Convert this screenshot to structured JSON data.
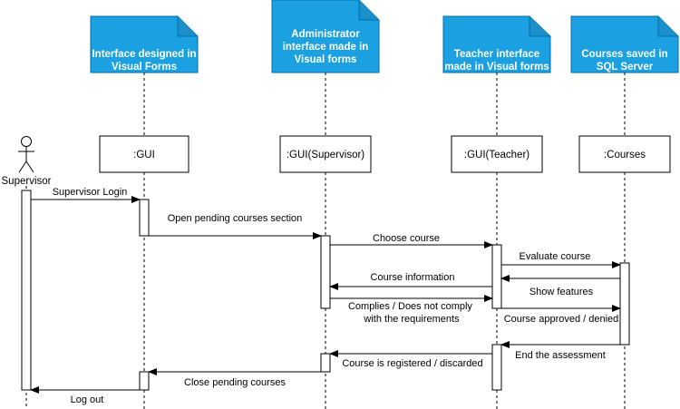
{
  "actor": {
    "label": "Supervisor"
  },
  "notes": {
    "gui": [
      "Interface designed in",
      "Visual Forms"
    ],
    "admin": [
      "Administrator",
      "interface made in",
      "Visual forms"
    ],
    "teacher": [
      "Teacher interface",
      "made in Visual forms"
    ],
    "courses": [
      "Courses saved in",
      "SQL Server"
    ]
  },
  "lifelines": {
    "gui": ":GUI",
    "supervisor": ":GUI(Supervisor)",
    "teacher": ":GUI(Teacher)",
    "courses": ":Courses"
  },
  "messages": [
    {
      "id": "m1",
      "lines": [
        "Supervisor Login"
      ]
    },
    {
      "id": "m2",
      "lines": [
        "Open pending courses section"
      ]
    },
    {
      "id": "m3",
      "lines": [
        "Choose course"
      ]
    },
    {
      "id": "m4",
      "lines": [
        "Evaluate course"
      ]
    },
    {
      "id": "m5",
      "lines": [
        "Course information"
      ]
    },
    {
      "id": "m6",
      "lines": [
        "Show features"
      ]
    },
    {
      "id": "m7",
      "lines": [
        "Complies / Does not comply",
        "with the requirements"
      ]
    },
    {
      "id": "m8",
      "lines": [
        "Course approved / denied"
      ]
    },
    {
      "id": "m9",
      "lines": [
        "End the assessment"
      ]
    },
    {
      "id": "m10",
      "lines": [
        "Course is registered / discarded"
      ]
    },
    {
      "id": "m11",
      "lines": [
        "Close pending courses"
      ]
    },
    {
      "id": "m12",
      "lines": [
        "Log out"
      ]
    }
  ],
  "colors": {
    "note_fill": "#1ba1e2",
    "note_stroke": "#006eaf",
    "line": "#000000"
  }
}
